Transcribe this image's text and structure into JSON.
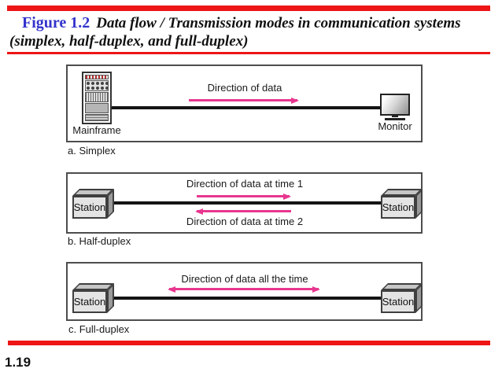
{
  "header": {
    "figure_label": "Figure 1.2",
    "title": "Data flow / Transmission modes in communication systems",
    "subtitle": "(simplex, half-duplex, and full-duplex)"
  },
  "colors": {
    "accent_red": "#ED1515",
    "figure_blue": "#3333CC",
    "arrow_pink": "#E8368F"
  },
  "diagrams": [
    {
      "id": "simplex",
      "caption": "a. Simplex",
      "left_node": {
        "label": "Mainframe",
        "icon": "mainframe-tower-icon"
      },
      "right_node": {
        "label": "Monitor",
        "icon": "crt-monitor-icon"
      },
      "arrows": [
        {
          "label": "Direction of data",
          "direction": "right"
        }
      ]
    },
    {
      "id": "half-duplex",
      "caption": "b. Half-duplex",
      "left_node": {
        "label": "Station",
        "icon": "station-box-icon"
      },
      "right_node": {
        "label": "Station",
        "icon": "station-box-icon"
      },
      "arrows": [
        {
          "label": "Direction of data at time 1",
          "direction": "right"
        },
        {
          "label": "Direction of data at time 2",
          "direction": "left"
        }
      ]
    },
    {
      "id": "full-duplex",
      "caption": "c. Full-duplex",
      "left_node": {
        "label": "Station",
        "icon": "station-box-icon"
      },
      "right_node": {
        "label": "Station",
        "icon": "station-box-icon"
      },
      "arrows": [
        {
          "label": "Direction of data all the time",
          "direction": "both"
        }
      ]
    }
  ],
  "footer": {
    "page_number": "1.19"
  }
}
